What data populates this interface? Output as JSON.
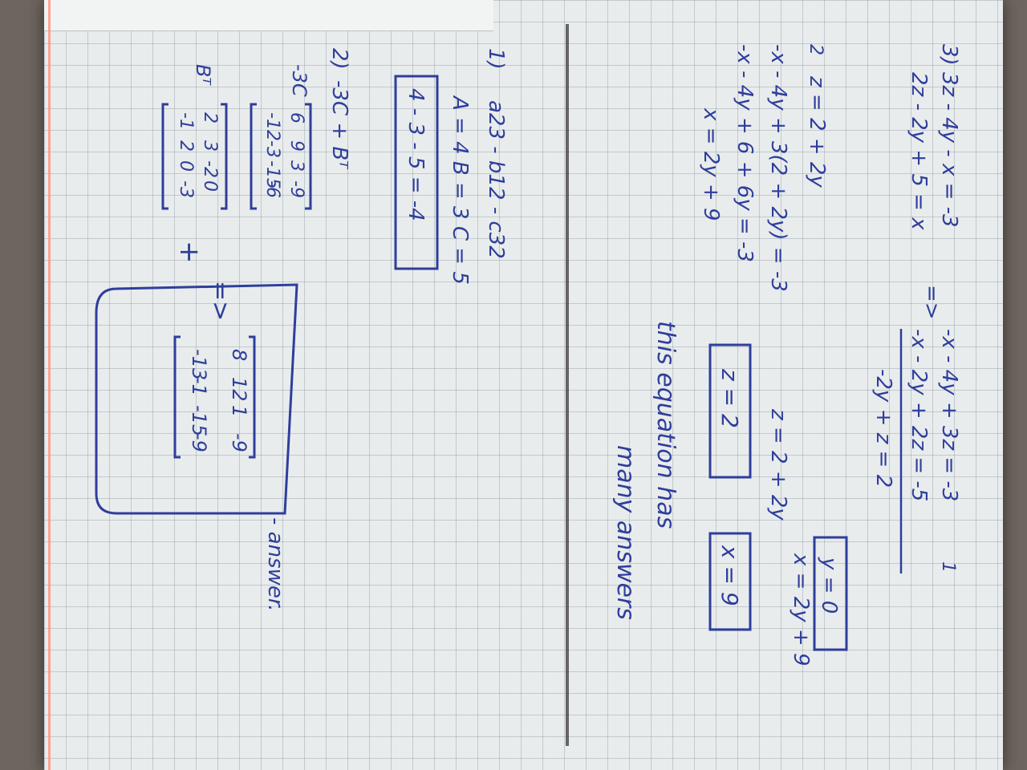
{
  "problem3": {
    "number": "3)",
    "system_line1": "3z - 4y - x = -3",
    "system_line2": "2z - 2y + 5 = x",
    "implies": "=>",
    "rewritten1": "-x - 4y + 3z = -3",
    "rewritten2": "-x - 2y + 2z = -5",
    "circle1": "1",
    "subtracted": "-2y + z = 2",
    "circle2": "2",
    "step_z": "z = 2 + 2y",
    "sub1": "-x - 4y + 3(2 + 2y) = -3",
    "sub2": "-x - 4y + 6 + 6y = -3",
    "sub3": "x = 2y + 9",
    "result_z_expr": "z = 2 + 2y",
    "result_x_expr": "x = 2y + 9",
    "answer_y": "y = 0",
    "answer_z": "z = 2",
    "answer_x": "x = 9",
    "note_line1": "this equation has",
    "note_line2": "many answers"
  },
  "problem1": {
    "number": "1)",
    "expression": "a23 - b12 - c32",
    "values": "A = 4   B = 3   C = 5",
    "result": "4 - 3 - 5 = -4"
  },
  "problem2": {
    "number": "2)",
    "expression": "-3C + Bᵀ",
    "label_3c": "-3C",
    "matrix_3c": [
      [
        "6",
        "-12"
      ],
      [
        "9",
        "-3"
      ],
      [
        "3",
        "-15"
      ],
      [
        "-9",
        "-6"
      ]
    ],
    "label_bt": "Bᵀ",
    "matrix_bt": [
      [
        "2",
        "-1"
      ],
      [
        "3",
        "2"
      ],
      [
        "-2",
        "0"
      ],
      [
        "0",
        "-3"
      ]
    ],
    "plus": "+",
    "implies": "=>",
    "matrix_result": [
      [
        "8",
        "-13"
      ],
      [
        "12",
        "-1"
      ],
      [
        "1",
        "-15"
      ],
      [
        "-9",
        "-9"
      ]
    ],
    "answer_label": "- answer."
  }
}
